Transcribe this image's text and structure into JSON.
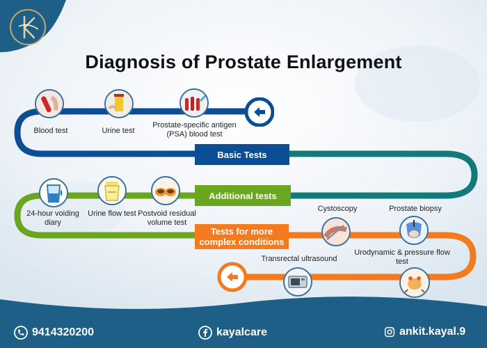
{
  "title": "Diagnosis of Prostate Enlargement",
  "sections": {
    "basic": "Basic Tests",
    "additional": "Additional tests",
    "complex": "Tests for more complex conditions"
  },
  "tests": {
    "blood": "Blood test",
    "urine": "Urine test",
    "psa": "Prostate-specific antigen (PSA) blood test",
    "voiding": "24-hour voiding diary",
    "flow": "Urine flow test",
    "postvoid": "Postvoid residual volume test",
    "cystoscopy": "Cystoscopy",
    "biopsy": "Prostate biopsy",
    "urodynamic": "Urodynamic & pressure flow test",
    "transrectal": "Transrectal ultrasound"
  },
  "footer": {
    "phone": "9414320200",
    "facebook": "kayalcare",
    "instagram": "ankit.kayal.9"
  },
  "colors": {
    "navy": "#1d5f86",
    "basic_blue": "#0b4e95",
    "teal": "#127a7a",
    "green": "#6aa61f",
    "orange": "#f37a1f"
  }
}
